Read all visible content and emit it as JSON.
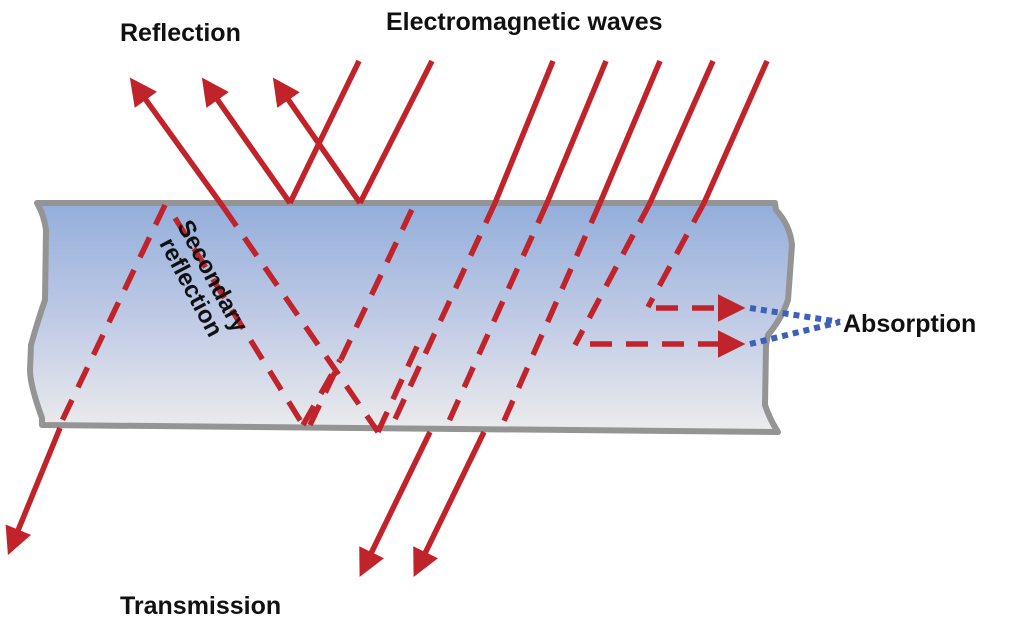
{
  "title": "Interaction of electromagnetic waves with a shielding material",
  "labels": {
    "reflection": "Reflection",
    "electromagnetic_waves": "Electromagnetic waves",
    "absorption": "Absorption",
    "transmission": "Transmission",
    "secondary_line1": "Secondary",
    "secondary_line2": "reflection"
  },
  "colors": {
    "wave": "#c1232a",
    "absorption_dots": "#3d62b5",
    "slab_border": "#949494",
    "slab_top": "#93aedb",
    "slab_bottom": "#ececec",
    "text": "#111111"
  },
  "components": {
    "incident_waves": 7,
    "reflected_waves": 3,
    "transmitted_waves": 3,
    "absorbed_waves": 2
  }
}
